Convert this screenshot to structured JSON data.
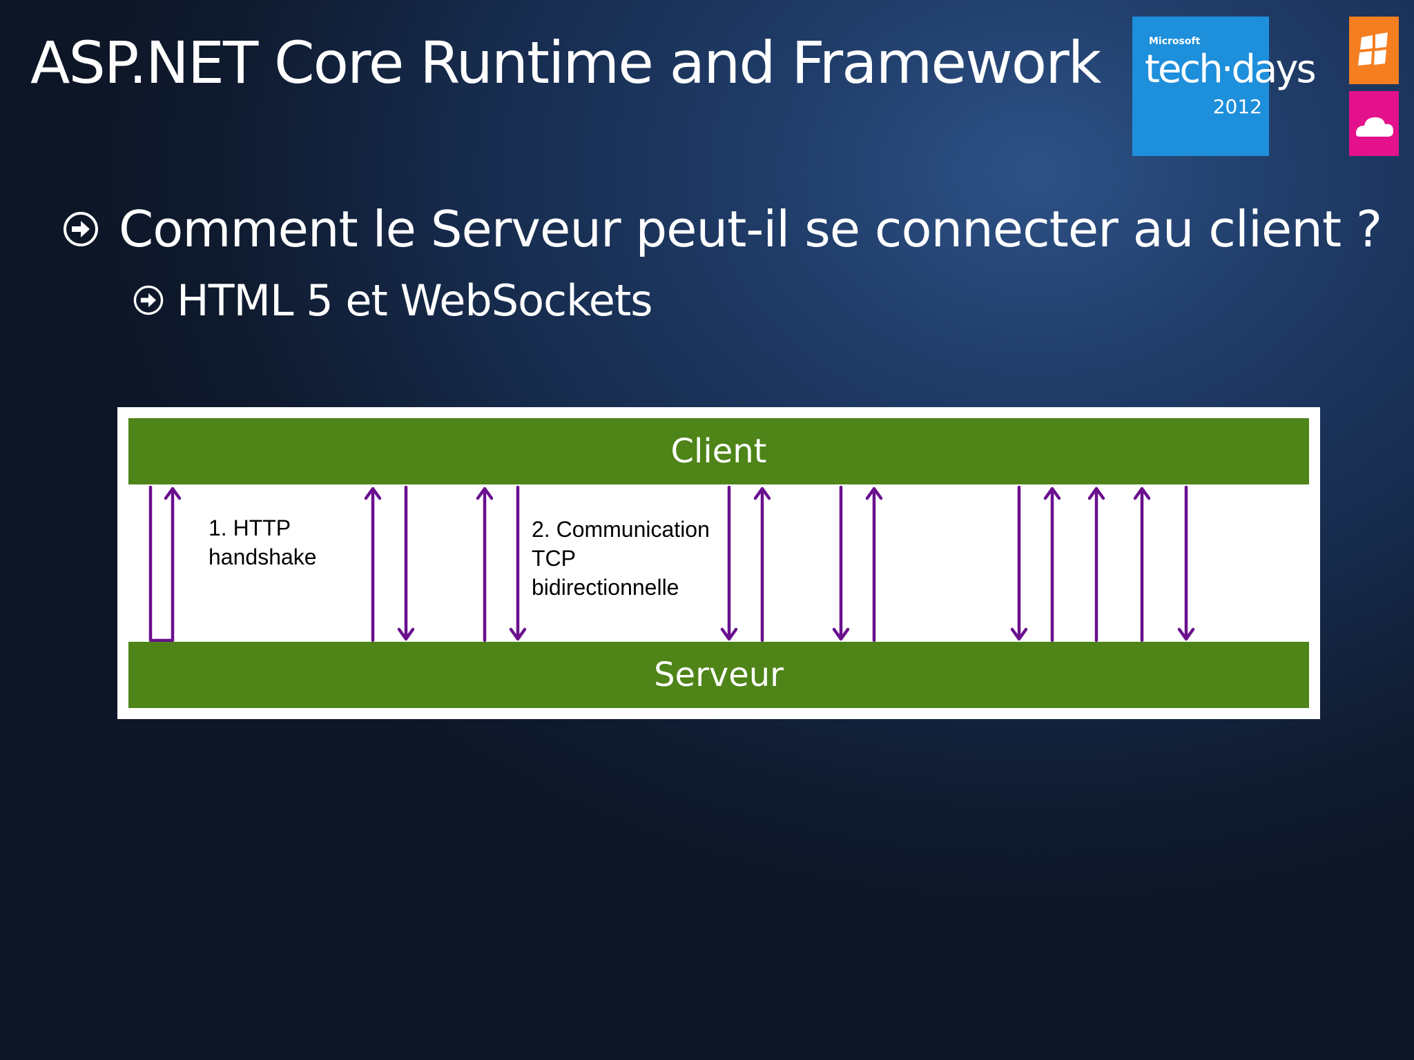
{
  "title": "ASP.NET Core Runtime and Framework",
  "logo": {
    "brand": "Microsoft",
    "name": "tech·days",
    "year": "2012"
  },
  "bullets": [
    {
      "text": "Comment le Serveur peut-il se connecter au client ?",
      "icon": "arrow-circle-icon"
    },
    {
      "text": "HTML 5 et WebSockets",
      "icon": "arrow-circle-icon"
    }
  ],
  "diagram": {
    "client_label": "Client",
    "server_label": "Serveur",
    "step1": {
      "line1": "1. HTTP",
      "line2": "handshake"
    },
    "step2": {
      "line1": "2. Communication",
      "line2": "TCP",
      "line3": "bidirectionnelle"
    },
    "arrow_color": "#6a0f8e",
    "bar_color": "#4e8418"
  }
}
